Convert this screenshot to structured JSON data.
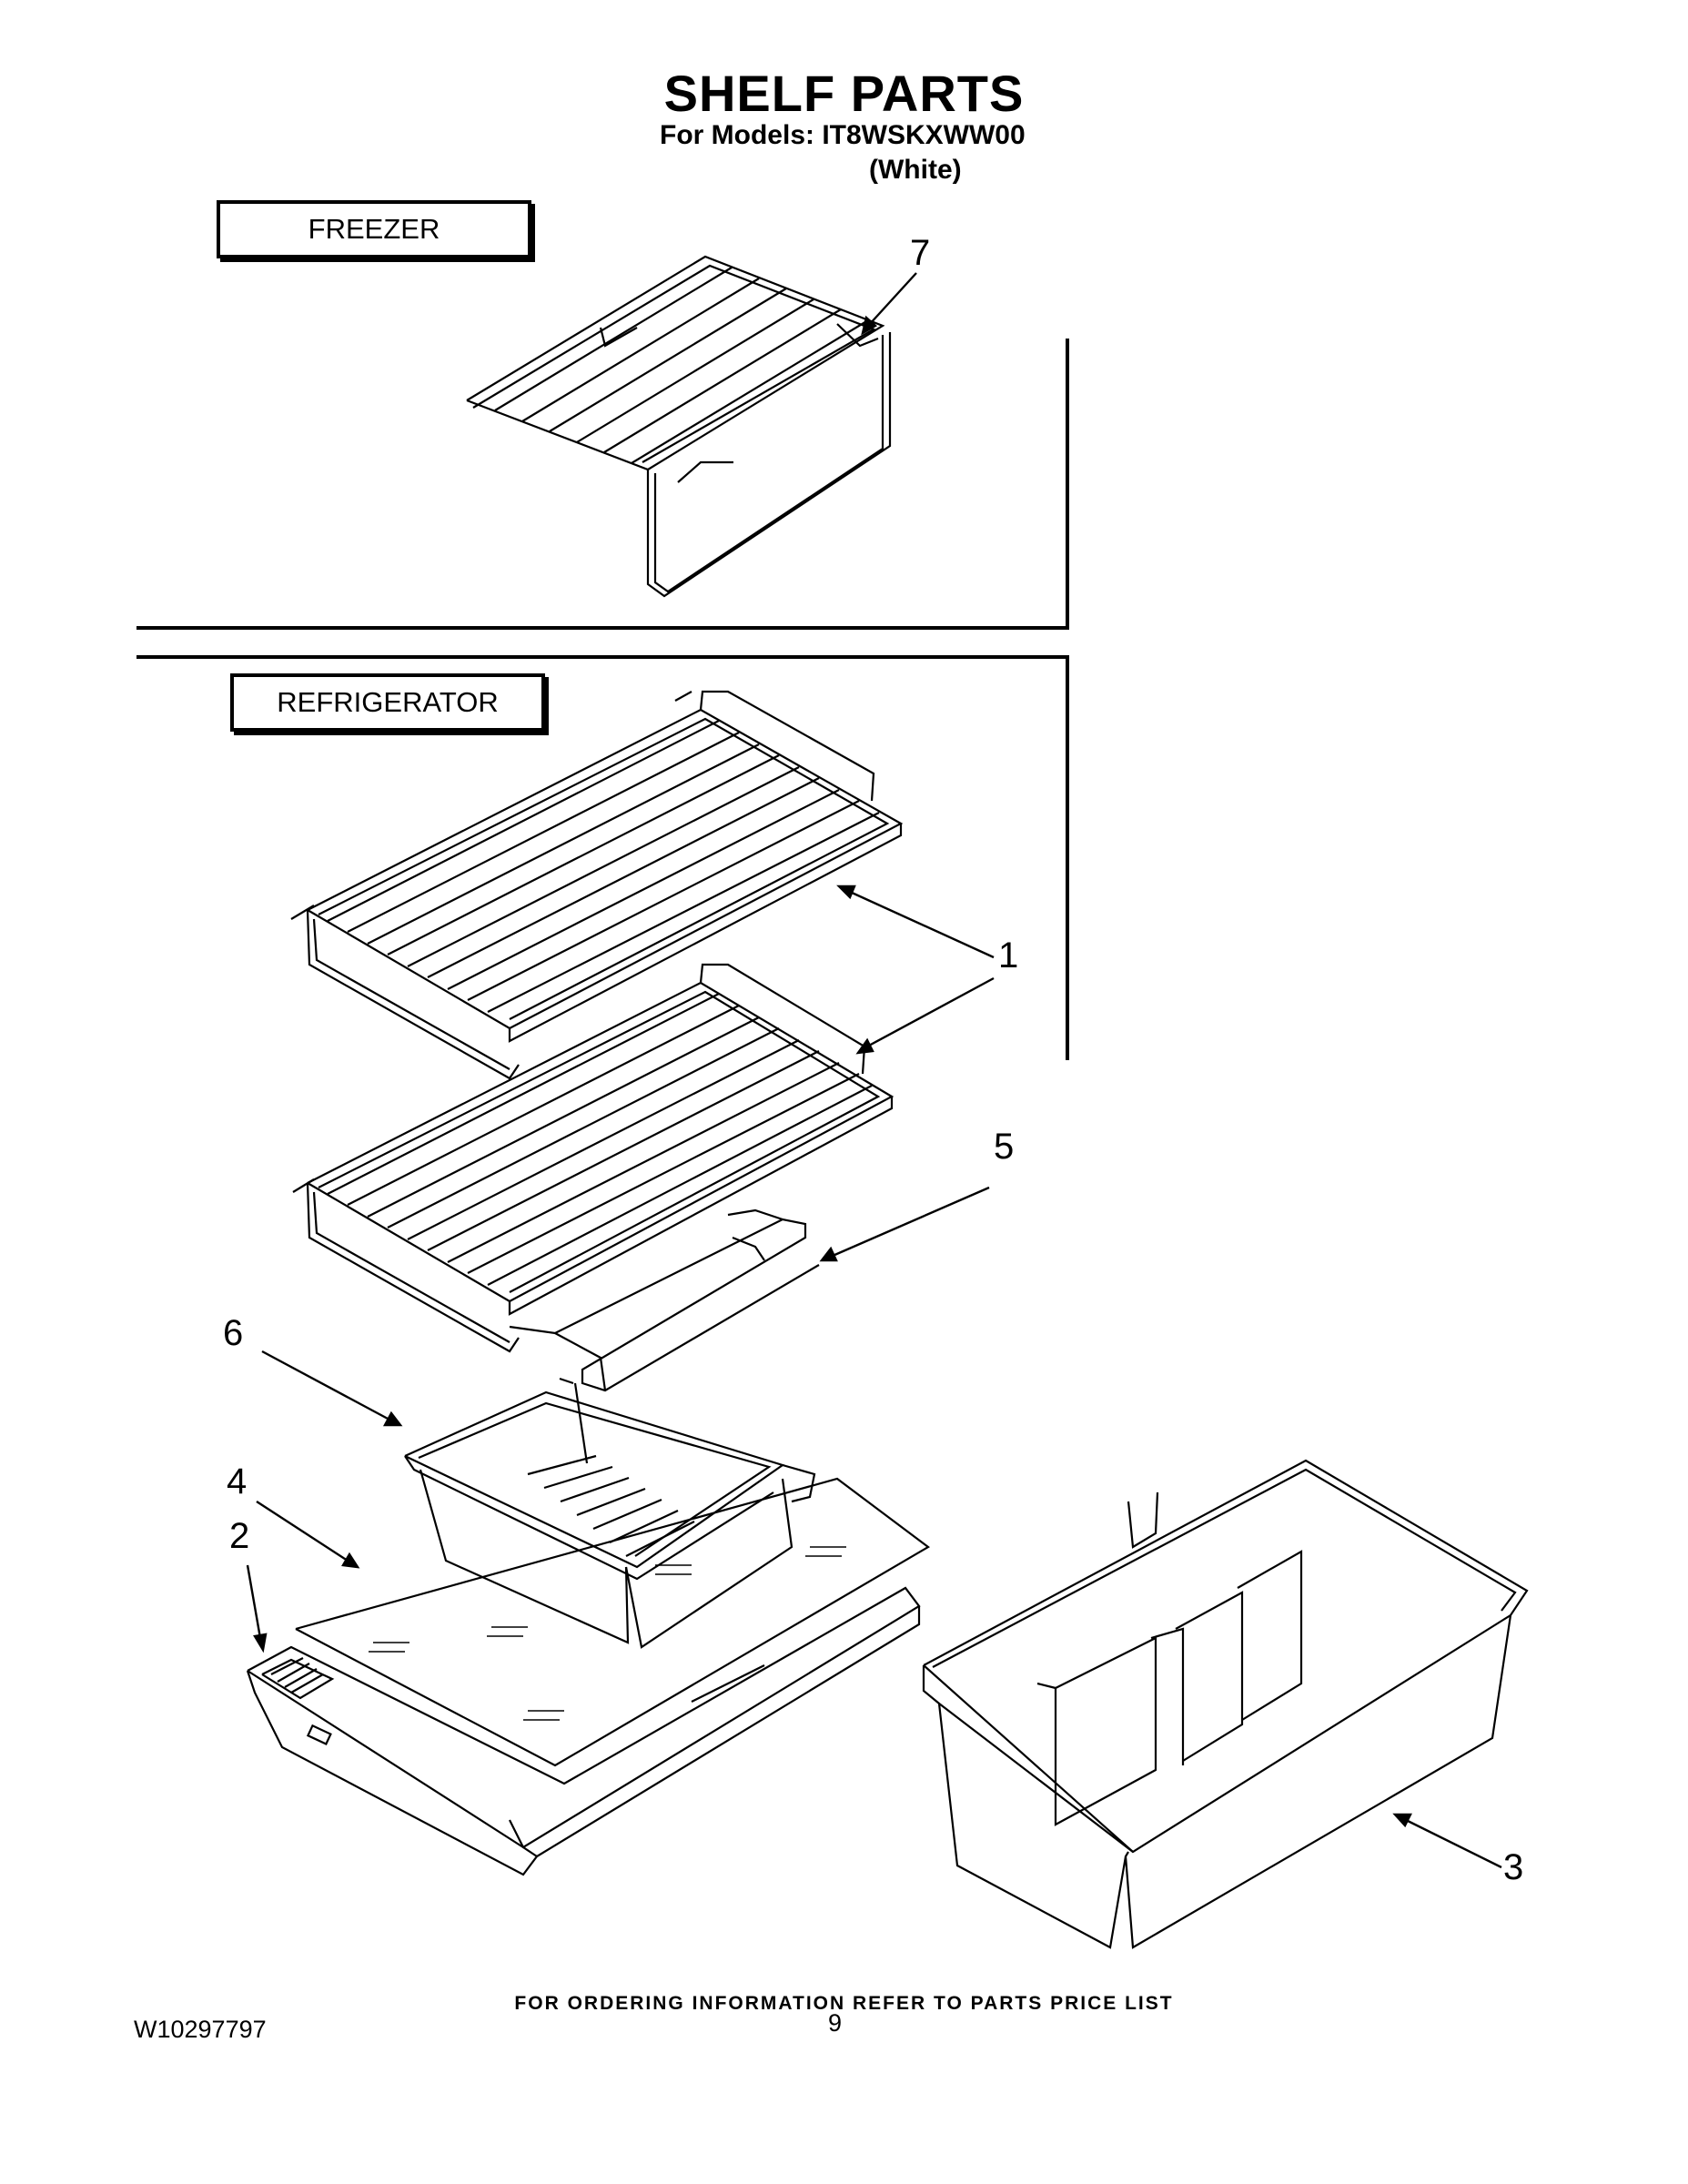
{
  "header": {
    "title": "SHELF PARTS",
    "models_line": "For Models: IT8WSKXWW00",
    "variant_line": "(White)"
  },
  "sections": {
    "freezer": "FREEZER",
    "refrigerator": "REFRIGERATOR"
  },
  "callouts": [
    "7",
    "1",
    "5",
    "6",
    "4",
    "2",
    "3"
  ],
  "footer": {
    "note": "FOR ORDERING INFORMATION REFER TO PARTS PRICE LIST",
    "doc_number": "W10297797",
    "page_number": "9"
  }
}
